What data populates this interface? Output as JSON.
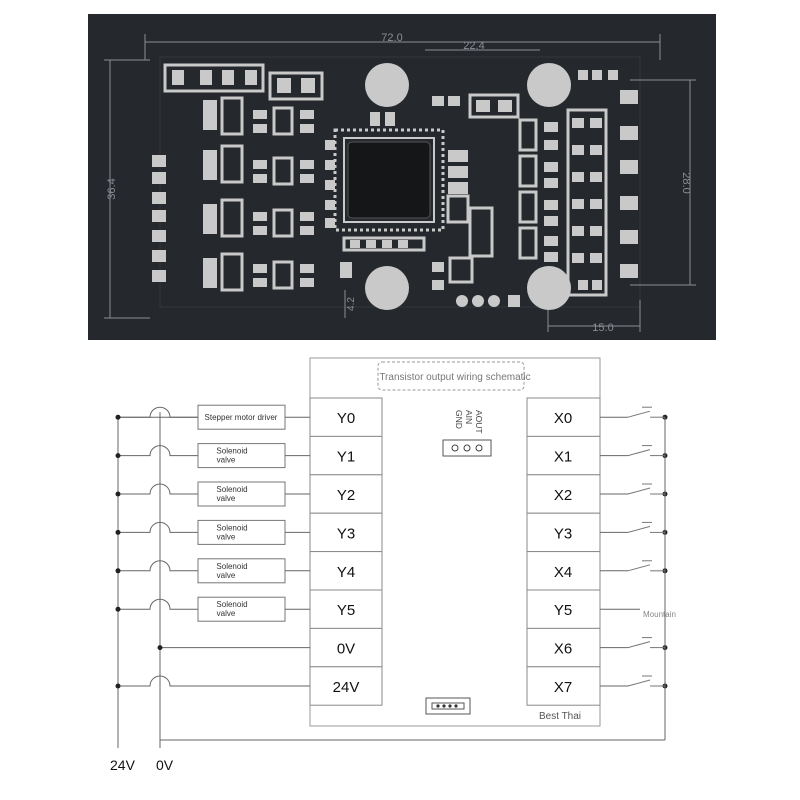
{
  "pcb": {
    "dim_width": "72.0",
    "dim_hole_spacing": "22.4",
    "dim_height": "36.4",
    "dim_hole_vertical": "28.0",
    "dim_edge_offset": "4.2",
    "dim_right_offset": "15.0",
    "colors": {
      "board": "#25282c",
      "pad": "#c9c9c9",
      "dimension": "#8a8f95"
    }
  },
  "schematic": {
    "title": "Transistor output wiring schematic",
    "left_terminals": [
      "Y0",
      "Y1",
      "Y2",
      "Y3",
      "Y4",
      "Y5",
      "0V",
      "24V"
    ],
    "right_terminals": [
      "X0",
      "X1",
      "X2",
      "Y3",
      "X4",
      "Y5",
      "X6",
      "X7"
    ],
    "loads": [
      {
        "line1": "Stepper motor driver",
        "line2": ""
      },
      {
        "line1": "Solenoid",
        "line2": "valve"
      },
      {
        "line1": "Solenoid",
        "line2": "valve"
      },
      {
        "line1": "Solenoid",
        "line2": "valve"
      },
      {
        "line1": "Solenoid",
        "line2": "valve"
      },
      {
        "line1": "Solenoid",
        "line2": "valve"
      }
    ],
    "analog_labels": [
      "AOUT",
      "AIN",
      "GND"
    ],
    "brand": "Best Thai",
    "mountain_note": "Mountain",
    "rail_24v": "24V",
    "rail_0v": "0V"
  }
}
